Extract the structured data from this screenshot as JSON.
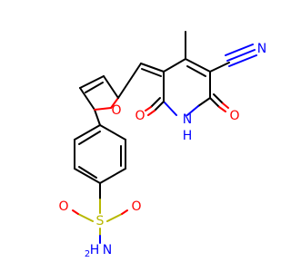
{
  "atoms": {
    "O_furan": {
      "label": "O",
      "color": "#ff0000"
    },
    "N_nitrile": {
      "label": "N",
      "color": "#0000ff"
    },
    "O_left": {
      "label": "O",
      "color": "#ff0000"
    },
    "O_right": {
      "label": "O",
      "color": "#ff0000"
    },
    "NH": {
      "label": "N",
      "color": "#0000ff"
    },
    "H_NH": {
      "label": "H",
      "color": "#0000ff"
    },
    "S": {
      "label": "S",
      "color": "#b8b800"
    },
    "O_s1": {
      "label": "O",
      "color": "#ff0000"
    },
    "O_s2": {
      "label": "O",
      "color": "#ff0000"
    },
    "NH2_N": {
      "label": "N",
      "color": "#0000ff"
    },
    "NH2_H": {
      "label": "H",
      "color": "#0000ff"
    },
    "NH2_sub": {
      "label": "2",
      "color": "#0000ff"
    }
  }
}
